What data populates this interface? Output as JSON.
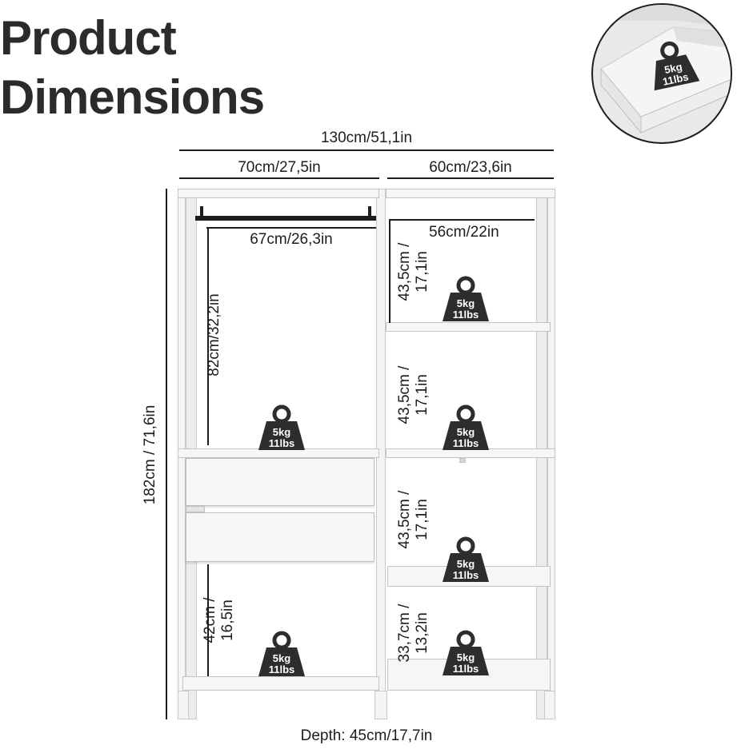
{
  "title": {
    "line1": "Product",
    "line2": "Dimensions"
  },
  "dimensions": {
    "total_width": "130cm/51,1in",
    "left_width": "70cm/27,5in",
    "right_width": "60cm/23,6in",
    "rail_width": "67cm/26,3in",
    "shelf_width": "56cm/22in",
    "hanging_height": "82cm/32,2in",
    "height": "182cm / 71,6in",
    "right_compartment": {
      "line1": "43,5cm /",
      "line2": "17,1in"
    },
    "right_bottom_compartment": {
      "line1": "33,7cm /",
      "line2": "13,2in"
    },
    "left_bottom_compartment": {
      "line1": "42cm /",
      "line2": "16,5in"
    },
    "depth": "Depth: 45cm/17,7in"
  },
  "weight_badge": {
    "line1": "5kg",
    "line2": "11lbs",
    "color": "#2d2d2d"
  },
  "colors": {
    "text": "#1d1d1d",
    "furniture": "#f4f4f4",
    "outline": "#c9c9c9"
  }
}
